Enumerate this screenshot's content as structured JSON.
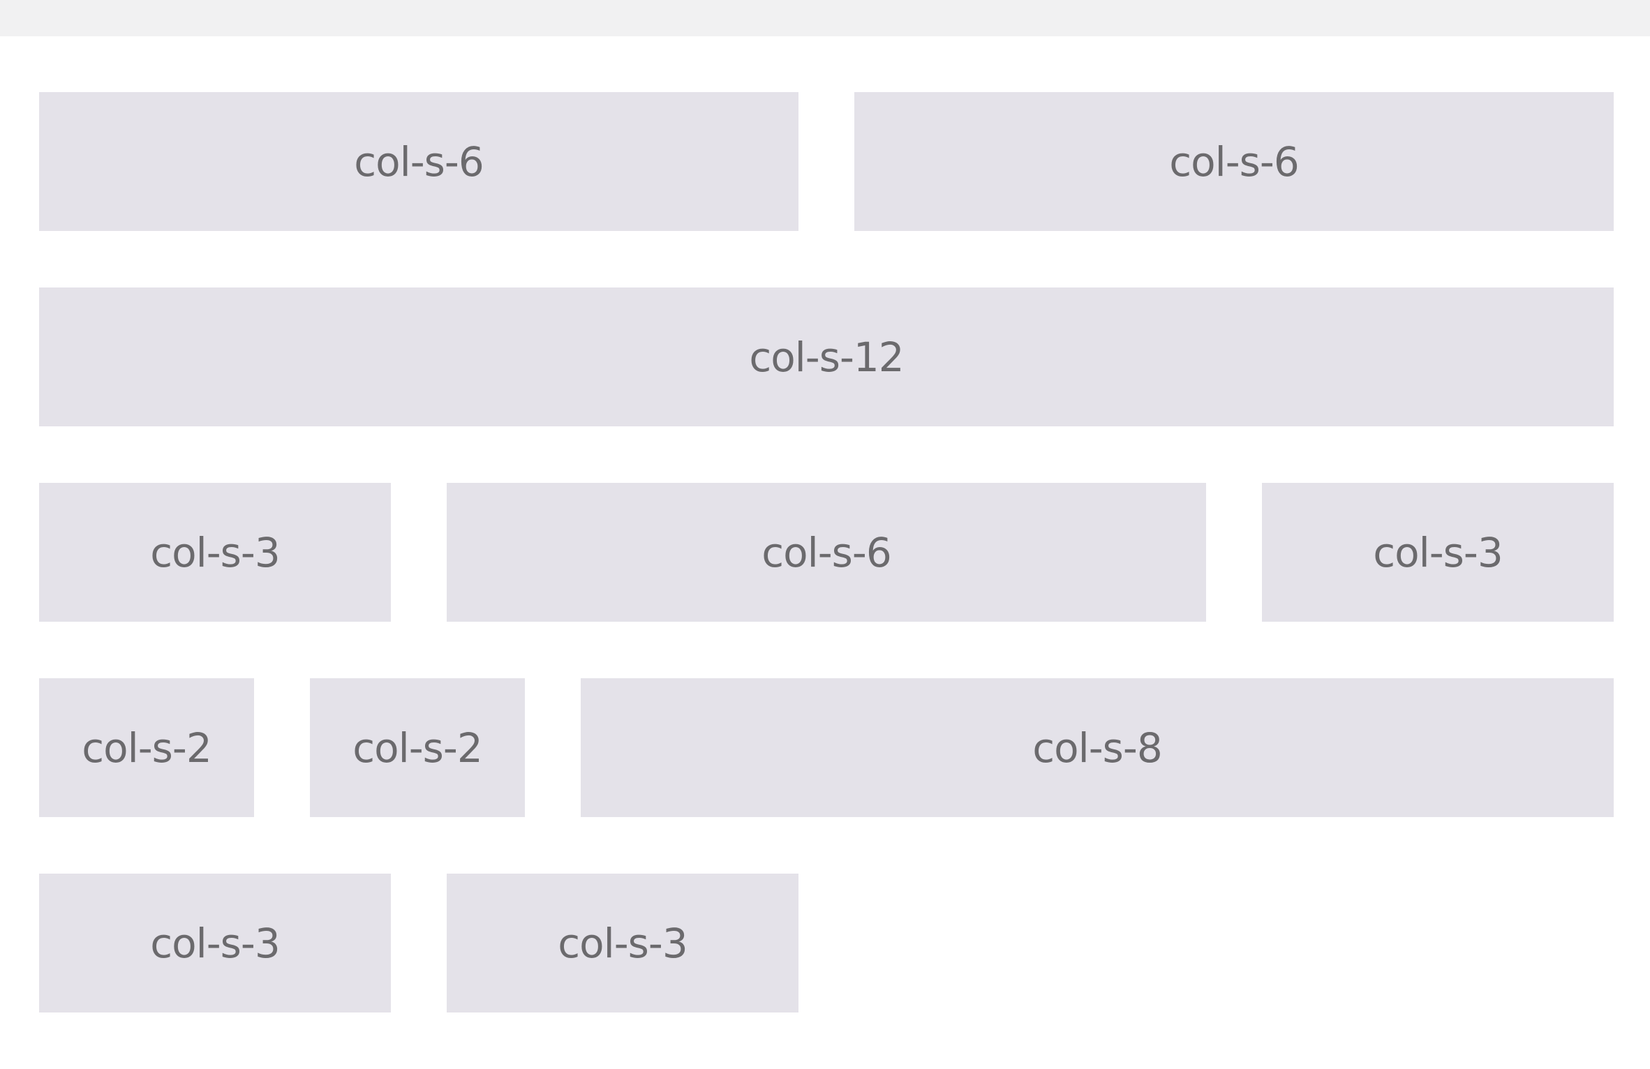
{
  "grid": {
    "rows": [
      {
        "cols": [
          {
            "label": "col-s-6"
          },
          {
            "label": "col-s-6"
          }
        ]
      },
      {
        "cols": [
          {
            "label": "col-s-12"
          }
        ]
      },
      {
        "cols": [
          {
            "label": "col-s-3"
          },
          {
            "label": "col-s-6"
          },
          {
            "label": "col-s-3"
          }
        ]
      },
      {
        "cols": [
          {
            "label": "col-s-2"
          },
          {
            "label": "col-s-2"
          },
          {
            "label": "col-s-8"
          }
        ]
      },
      {
        "cols": [
          {
            "label": "col-s-3"
          },
          {
            "label": "col-s-3"
          }
        ]
      }
    ]
  },
  "colors": {
    "page_background": "#ffffff",
    "top_bar": "#f1f1f2",
    "cell_background": "#e4e2e9",
    "cell_text": "#6b6a6d"
  }
}
